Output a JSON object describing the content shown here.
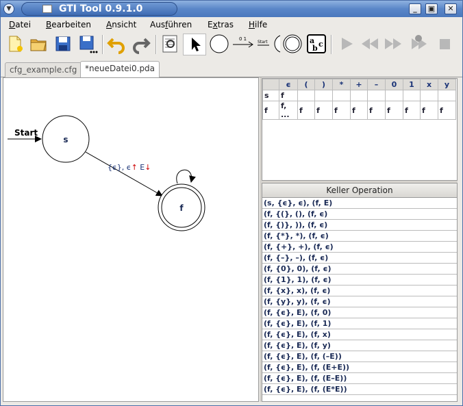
{
  "window": {
    "title": "GTI Tool 0.9.1.0",
    "btn_min": "_",
    "btn_max": "▣",
    "btn_close": "✕",
    "menu_glyph": "▼"
  },
  "menu": [
    {
      "label": "Datei",
      "key": "D"
    },
    {
      "label": "Bearbeiten",
      "key": "B"
    },
    {
      "label": "Ansicht",
      "key": "A"
    },
    {
      "label": "Ausführen",
      "key": "f"
    },
    {
      "label": "Extras",
      "key": "x"
    },
    {
      "label": "Hilfe",
      "key": "H"
    }
  ],
  "toolbar": {
    "icons": [
      "new-file-icon",
      "open-folder-icon",
      "save-icon",
      "save-as-icon",
      "undo-icon",
      "redo-icon",
      "document-view-icon",
      "select-cursor-icon",
      "add-state-icon",
      "add-transition-icon",
      "start-state-icon",
      "final-state-icon",
      "enter-word-icon",
      "play-icon",
      "step-back-icon",
      "step-forward-icon",
      "auto-step-icon",
      "stop-icon"
    ],
    "transition_label": "0 1",
    "start_label": "Start",
    "word_letters": [
      "a",
      "b",
      "c"
    ]
  },
  "tabs": [
    {
      "label": "cfg_example.cfg",
      "active": false
    },
    {
      "label": "*neueDatei0.pda",
      "active": true
    }
  ],
  "diagram": {
    "start_label": "Start",
    "state_s": "s",
    "state_f": "f",
    "transition_label": "{ϵ}, ϵ↑ E↓"
  },
  "transition_table": {
    "headers": [
      "",
      "ϵ",
      "(",
      ")",
      "*",
      "+",
      "–",
      "0",
      "1",
      "x",
      "y"
    ],
    "rows": [
      [
        "s",
        "f",
        "",
        "",
        "",
        "",
        "",
        "",
        "",
        "",
        ""
      ],
      [
        "f",
        "f, ...",
        "f",
        "f",
        "f",
        "f",
        "f",
        "f",
        "f",
        "f",
        "f"
      ]
    ]
  },
  "keller": {
    "header": "Keller Operation",
    "rows": [
      "(s, {ϵ}, ϵ), (f, E)",
      "(f, {(}, (), (f, ϵ)",
      "(f, {)}, )), (f, ϵ)",
      "(f, {*}, *), (f, ϵ)",
      "(f, {+}, +), (f, ϵ)",
      "(f, {–}, –), (f, ϵ)",
      "(f, {0}, 0), (f, ϵ)",
      "(f, {1}, 1), (f, ϵ)",
      "(f, {x}, x), (f, ϵ)",
      "(f, {y}, y), (f, ϵ)",
      "(f, {ϵ}, E), (f, 0)",
      "(f, {ϵ}, E), (f, 1)",
      "(f, {ϵ}, E), (f, x)",
      "(f, {ϵ}, E), (f, y)",
      "(f, {ϵ}, E), (f, (–E))",
      "(f, {ϵ}, E), (f, (E+E))",
      "(f, {ϵ}, E), (f, (E–E))",
      "(f, {ϵ}, E), (f, (E*E))"
    ]
  },
  "colors": {
    "title_bar": "#5a86c8",
    "table_text": "#1a3377",
    "arrow_red": "#cc0000"
  }
}
